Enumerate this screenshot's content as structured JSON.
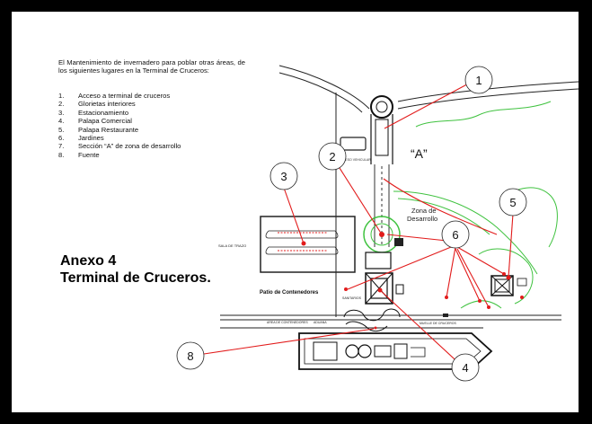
{
  "intro_text": "El Mantenimiento de invernadero para poblar otras áreas, de los siguientes lugares en la Terminal de Cruceros:",
  "items": [
    {
      "num": "1.",
      "label": "Acceso a terminal de cruceros"
    },
    {
      "num": "2.",
      "label": "Glorietas interiores"
    },
    {
      "num": "3.",
      "label": "Estacionamiento"
    },
    {
      "num": "4.",
      "label": "Palapa Comercial"
    },
    {
      "num": "5.",
      "label": "Palapa Restaurante"
    },
    {
      "num": "6.",
      "label": "Jardines"
    },
    {
      "num": "7.",
      "label": "Sección “A” de zona de desarrollo"
    },
    {
      "num": "8.",
      "label": "Fuente"
    }
  ],
  "annex": {
    "line1": "Anexo 4",
    "line2": "Terminal de Cruceros."
  },
  "map": {
    "zone_label": "“A”",
    "zone_desarrollo_1": "Zona de",
    "zone_desarrollo_2": "Desarrollo",
    "patio_label": "Patio de Contenedores",
    "callouts": [
      "1",
      "2",
      "3",
      "4",
      "5",
      "6",
      "8"
    ]
  },
  "colors": {
    "callout_line": "#e21b1b",
    "garden": "#3fc23f",
    "marker": "#e21b1b"
  }
}
